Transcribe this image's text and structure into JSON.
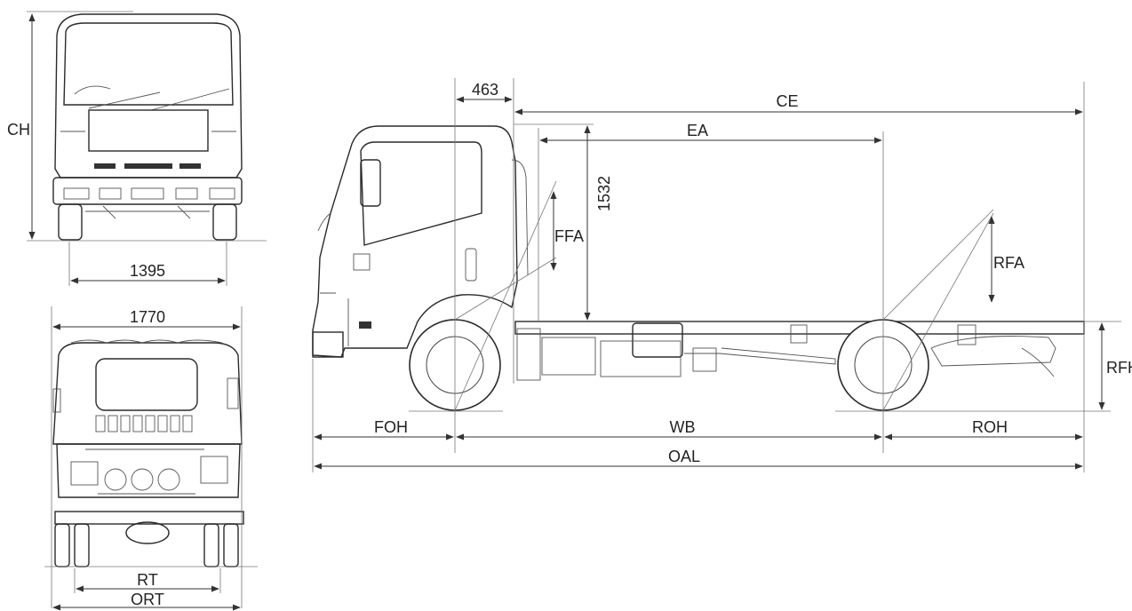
{
  "dimensions": {
    "front_view": {
      "height": "CH",
      "width": "1395"
    },
    "rear_view": {
      "width": "1770",
      "rear_track": "RT",
      "outer_rear_track": "ORT"
    },
    "side_view": {
      "cab_back": "463",
      "cab_to_end": "CE",
      "end_to_axle": "EA",
      "frame_height": "1532",
      "front_frame": "FFA",
      "rear_frame": "RFA",
      "rear_frame_height": "RFH",
      "front_overhang": "FOH",
      "wheelbase": "WB",
      "rear_overhang": "ROH",
      "overall_length": "OAL"
    }
  }
}
